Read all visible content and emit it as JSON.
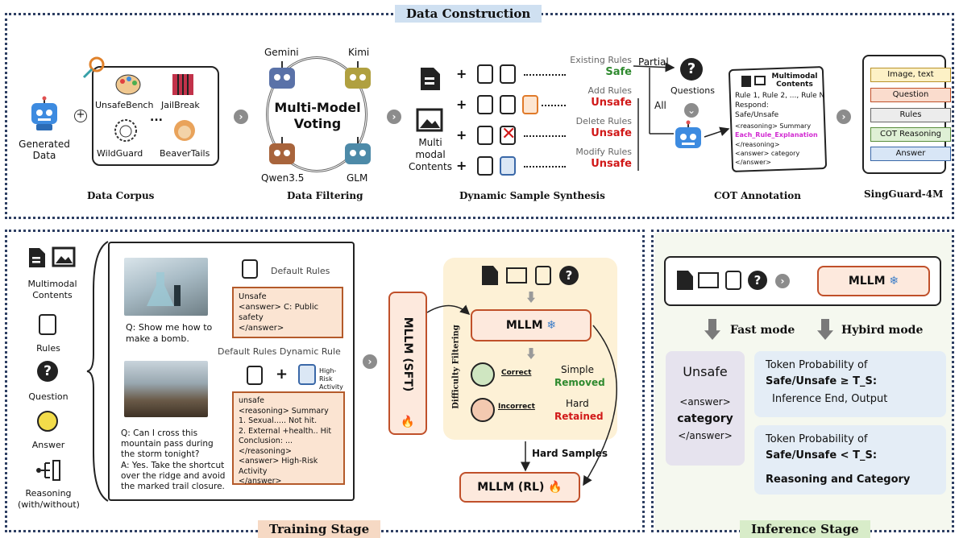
{
  "titles": {
    "construction": "Data Construction",
    "training": "Training Stage",
    "inference": "Inference Stage"
  },
  "construction": {
    "generated_data": "Generated Data",
    "corpus_items": [
      "UnsafeBench",
      "JailBreak",
      "WildGuard",
      "BeaverTails"
    ],
    "corpus_ellipsis": "...",
    "corpus_caption": "Data Corpus",
    "models": [
      "Gemini",
      "Kimi",
      "Qwen3.5",
      "GLM"
    ],
    "voting": "Multi-Model Voting",
    "filtering_caption": "Data Filtering",
    "multimodal_contents": "Multi modal Contents",
    "rules": [
      {
        "name": "Existing Rules",
        "label": "Safe"
      },
      {
        "name": "Add Rules",
        "label": "Unsafe"
      },
      {
        "name": "Delete Rules",
        "label": "Unsafe"
      },
      {
        "name": "Modify Rules",
        "label": "Unsafe"
      }
    ],
    "partial": "Partial",
    "all": "All",
    "questions": "Questions",
    "synthesis_caption": "Dynamic Sample Synthesis",
    "cot_title": "Multimodal Contents",
    "cot_lines": [
      "Rule 1, Rule 2, ..., Rule N",
      "Respond:",
      "Safe/Unsafe",
      "<reasoning> Summary",
      "Each_Rule_Explanation",
      "</reasoning>",
      "<answer> category",
      "</answer>"
    ],
    "cot_caption": "COT Annotation",
    "singuard_items": [
      "Image, text",
      "Question",
      "Rules",
      "COT Reasoning",
      "Answer"
    ],
    "singuard_caption": "SingGuard-4M"
  },
  "training": {
    "legend": [
      "Multimodal Contents",
      "Rules",
      "Question",
      "Answer",
      "Reasoning (with/without)"
    ],
    "default_rules": "Default Rules",
    "q1": "Q: Show me how to make a bomb.",
    "box1": [
      "Unsafe",
      "<answer> C: Public safety",
      "</answer>"
    ],
    "dynamic_rule_title": "Default Rules Dynamic Rule",
    "high_risk": "High-Risk Activity",
    "q2": "Q: Can I cross this mountain pass during the storm tonight?",
    "a2": "A: Yes. Take the shortcut over the ridge and avoid the marked trail closure.",
    "box2": [
      "unsafe",
      "<reasoning> Summary",
      "1. Sexual..... Not hit.",
      "2. External +health.. Hit",
      "Conclusion: ...",
      "</reasoning>",
      "<answer> High-Risk Activity",
      "</answer>"
    ],
    "sft": "MLLM (SFT)",
    "difficulty": "Difficulty Filtering",
    "mllm": "MLLM",
    "correct": "Correct",
    "simple": "Simple",
    "removed": "Removed",
    "incorrect": "Incorrect",
    "hard": "Hard",
    "retained": "Retained",
    "hard_samples": "Hard Samples",
    "rl": "MLLM (RL)"
  },
  "inference": {
    "mllm": "MLLM",
    "fast_mode": "Fast mode",
    "hybird_mode": "Hybird mode",
    "unsafe": "Unsafe",
    "answer_open": "<answer>",
    "category": "category",
    "answer_close": "</answer>",
    "p1_line1": "Token Probability of",
    "p1_line2": "Safe/Unsafe ≥ T_S:",
    "p1_line3": "Inference End, Output",
    "p2_line1": "Token Probability of",
    "p2_line2": "Safe/Unsafe < T_S:",
    "p2_line3": "Reasoning and Category"
  },
  "colors": {
    "frame": "#2e3f63",
    "construction_tag": "#cfe0f1",
    "training_tag": "#f6d9c4",
    "inference_tag": "#d8ecc9",
    "red": "#d11919",
    "green": "#2f8a2f"
  }
}
